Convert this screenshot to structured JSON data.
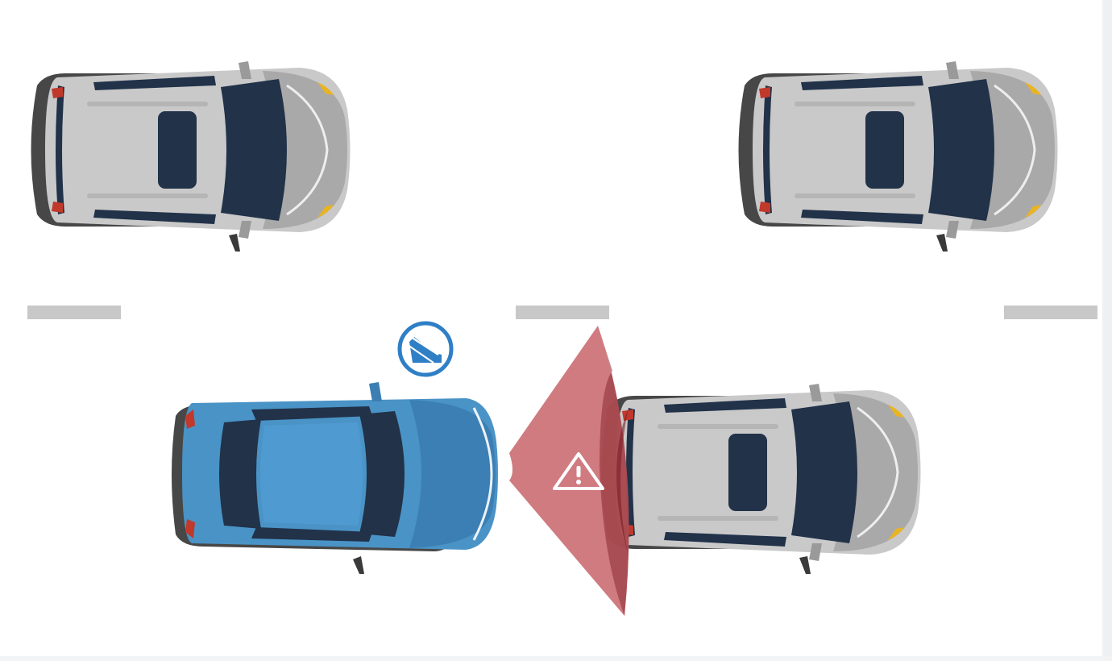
{
  "scene": {
    "colors": {
      "background": "#ffffff",
      "right_strip": "#eef0f2",
      "lane_marking": "#c8c8c8",
      "ego_car_body": "#4a93c6",
      "ego_car_shade": "#3b7fb4",
      "gray_car_body": "#c9c9c9",
      "gray_car_hood": "#a9a9a9",
      "glass": "#213249",
      "tire_shadow": "#444444",
      "tail_light": "#c0392b",
      "head_light": "#e8b422",
      "sensor_zone": "#cc7479",
      "sensor_zone_dark": "#8c2a32",
      "icon_blue": "#2f7fc6"
    },
    "icons": {
      "ego_badge": "parking-sensor-icon",
      "warning": "warning-triangle-icon"
    },
    "vehicles": [
      {
        "role": "parked-car",
        "paint": "gray"
      },
      {
        "role": "parked-car",
        "paint": "gray"
      },
      {
        "role": "ego-car",
        "paint": "blue"
      },
      {
        "role": "obstacle-car",
        "paint": "gray"
      }
    ]
  }
}
